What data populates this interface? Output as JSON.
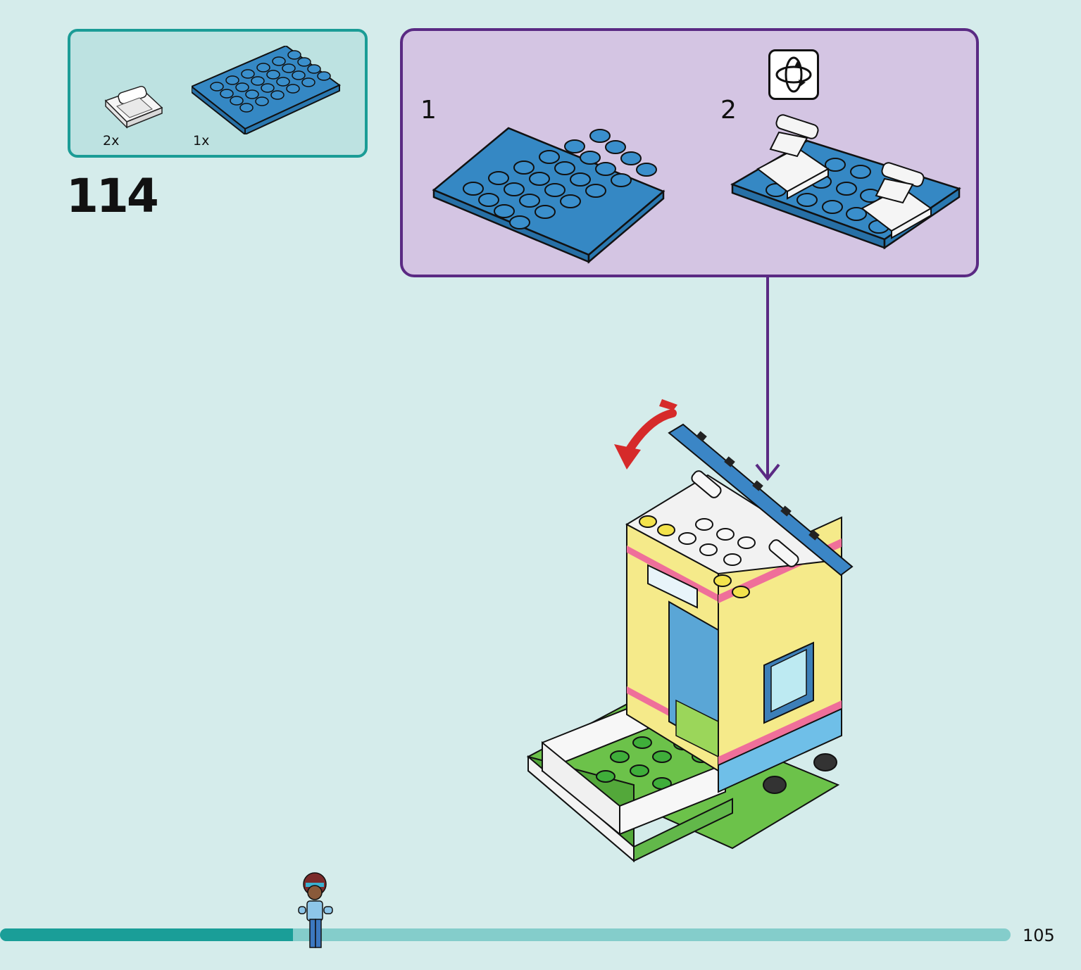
{
  "step": {
    "number": "114"
  },
  "parts": [
    {
      "name": "white hinge plate",
      "quantity": "2x"
    },
    {
      "name": "blue plate 4x6",
      "quantity": "1x"
    }
  ],
  "substeps": [
    {
      "label": "1"
    },
    {
      "label": "2"
    }
  ],
  "icons": {
    "rotate": "rotate-model-icon",
    "arrow": "rotate-arrow-icon"
  },
  "progress": {
    "fraction": 0.29
  },
  "page": {
    "number": "105"
  },
  "colors": {
    "background": "#d5eceb",
    "parts_border": "#1b9c96",
    "parts_fill": "#bde2e1",
    "substep_border": "#5a2a83",
    "substep_fill": "#d4c5e3",
    "brick_blue": "#3588c4",
    "progress_done": "#1a9e98",
    "progress_rest": "#84cdcb"
  }
}
